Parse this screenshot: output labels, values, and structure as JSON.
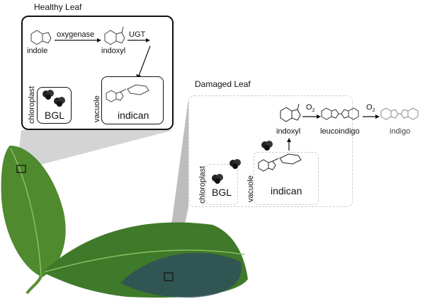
{
  "healthy": {
    "title": "Healthy Leaf",
    "indole": "indole",
    "enzyme_oxygenase": "oxygenase",
    "indoxyl": "indoxyl",
    "enzyme_ugt": "UGT",
    "chloroplast": "chloroplast",
    "bgl": "BGL",
    "vacuole": "vacuole",
    "indican": "indican"
  },
  "damaged": {
    "title": "Damaged Leaf",
    "indoxyl": "indoxyl",
    "o2_first": "O",
    "o2_first_sub": "2",
    "leucoindigo": "leucoindigo",
    "o2_second": "O",
    "o2_second_sub": "2",
    "indigo": "indigo",
    "chloroplast": "chloroplast",
    "bgl": "BGL",
    "vacuole": "vacuole",
    "indican": "indican"
  },
  "colors": {
    "leaf": "#4f8a2e",
    "leaf_dark": "#2f5e22",
    "damage": "#2f4f5a",
    "shadow": "#c8c8c8"
  }
}
